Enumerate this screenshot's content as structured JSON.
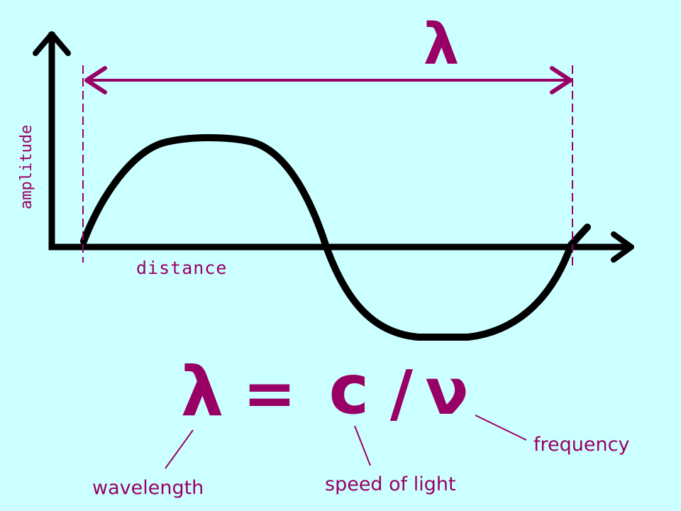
{
  "colors": {
    "background": "#ccffff",
    "ink": "#000000",
    "accent": "#990066"
  },
  "diagram": {
    "axis_y_label": "amplitude",
    "axis_x_label": "distance",
    "wavelength_symbol": "λ"
  },
  "formula": {
    "lhs": "λ",
    "equals": "=",
    "c": "c",
    "slash": "/",
    "nu": "ν"
  },
  "annotations": {
    "wavelength": "wavelength",
    "speed_of_light": "speed of light",
    "frequency": "frequency"
  }
}
